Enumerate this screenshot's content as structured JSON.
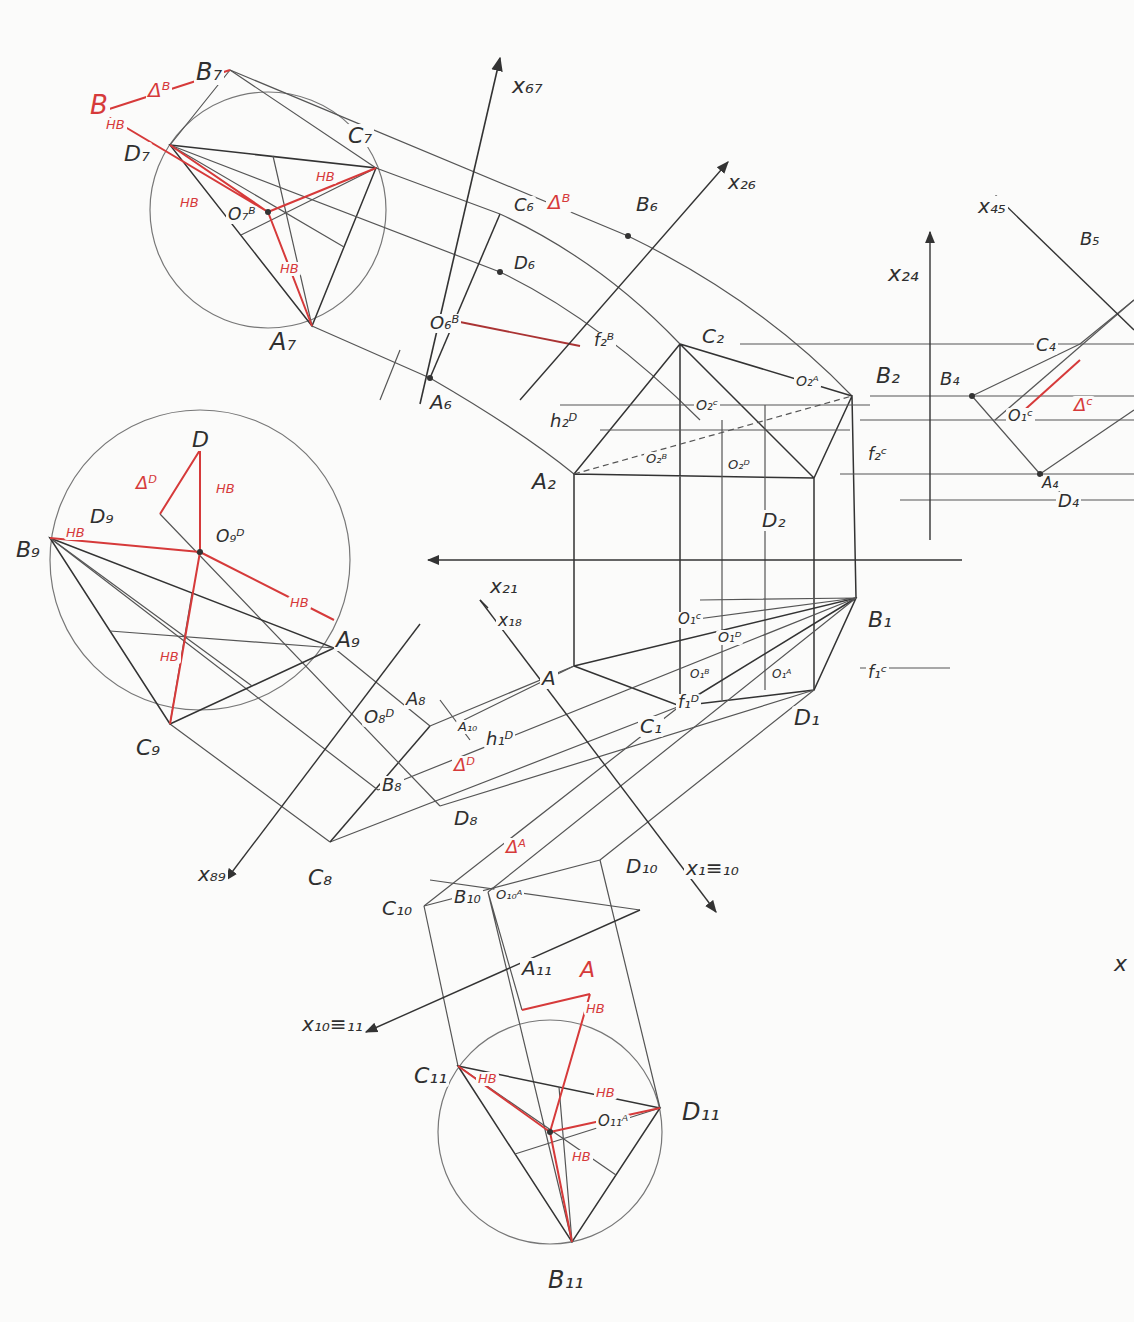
{
  "diagram": {
    "labels": [
      "B",
      "Δᴮ",
      "B₇",
      "D₇",
      "HB",
      "HB",
      "O₇ᴮ",
      "HB",
      "HB",
      "C₇",
      "A₇",
      "x₆₇",
      "C₆",
      "D₆",
      "O₆ᴮ",
      "A₆",
      "Δᴮ",
      "B₆",
      "x₂₆",
      "f₂ᴮ",
      "C₂",
      "O₂ᴬ",
      "B₂",
      "h₂ᴰ",
      "O₂ᶜ",
      "O₂ᴮ",
      "O₂ᴰ",
      "A₂",
      "D₂",
      "x₂₁",
      "O₁ᶜ",
      "O₁ᴰ",
      "B₁",
      "f₂ᶜ",
      "f₁ᶜ",
      "O₁ᴮ",
      "O₁ᴬ",
      "A",
      "f₁ᴰ",
      "C₁",
      "D₁",
      "h₁ᴰ",
      "x₁₈",
      "A₈",
      "A₁₀",
      "O₈ᴰ",
      "Δᴰ",
      "B₈",
      "D₈",
      "C₈",
      "x₈₉",
      "C₉",
      "A₉",
      "B₉",
      "D₉",
      "D",
      "Δᴰ",
      "HB",
      "O₉ᴰ",
      "HB",
      "HB",
      "HB",
      "Δᴬ",
      "D₁₀",
      "x₁≡₁₀",
      "C₁₀",
      "B₁₀",
      "O₁₀ᴬ",
      "x₁₀≡₁₁",
      "A₁₁",
      "A",
      "HB",
      "C₁₁",
      "HB",
      "HB",
      "D₁₁",
      "O₁₁ᴬ",
      "HB",
      "B₁₁",
      "x₂₄",
      "x₄₅",
      "B₅",
      "C₄",
      "B₄",
      "O₁ᶜ",
      "Δᶜ",
      "A₄",
      "D₄",
      "x"
    ]
  }
}
